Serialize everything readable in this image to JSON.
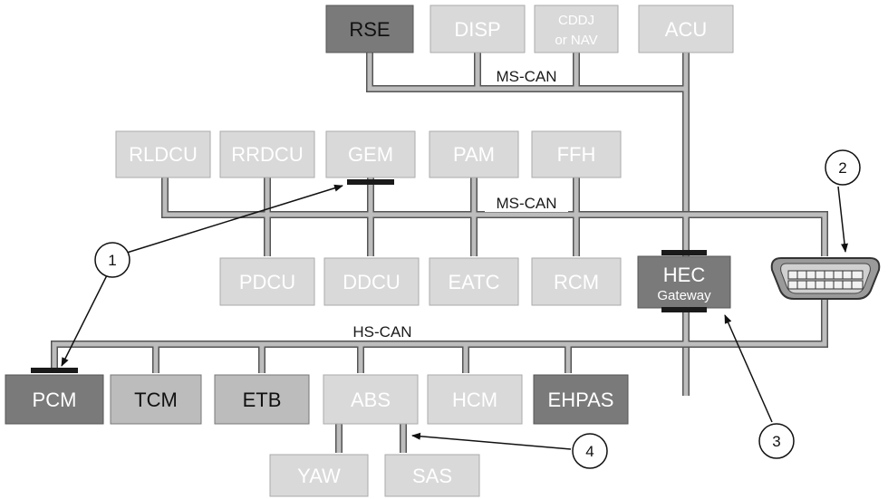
{
  "colors": {
    "box_light": "#d9d9d9",
    "box_dark": "#7a7a7a",
    "box_mid": "#bcbcbc",
    "text_light": "#ffffff",
    "text_dark": "#111111",
    "wire_fill": "#bdbdbd",
    "wire_edge": "#555555",
    "connector_bar": "#1a1a1a"
  },
  "modules": {
    "rse": {
      "label": "RSE"
    },
    "disp": {
      "label": "DISP"
    },
    "cddj": {
      "label_line1": "CDDJ",
      "label_line2": "or NAV"
    },
    "acu": {
      "label": "ACU"
    },
    "rldcu": {
      "label": "RLDCU"
    },
    "rrdcu": {
      "label": "RRDCU"
    },
    "gem": {
      "label": "GEM"
    },
    "pam": {
      "label": "PAM"
    },
    "ffh": {
      "label": "FFH"
    },
    "pdcu": {
      "label": "PDCU"
    },
    "ddcu": {
      "label": "DDCU"
    },
    "eatc": {
      "label": "EATC"
    },
    "rcm": {
      "label": "RCM"
    },
    "hec": {
      "label": "HEC",
      "sublabel": "Gateway"
    },
    "pcm": {
      "label": "PCM"
    },
    "tcm": {
      "label": "TCM"
    },
    "etb": {
      "label": "ETB"
    },
    "abs": {
      "label": "ABS"
    },
    "hcm": {
      "label": "HCM"
    },
    "ehpas": {
      "label": "EHPAS"
    },
    "yaw": {
      "label": "YAW"
    },
    "sas": {
      "label": "SAS"
    }
  },
  "buses": {
    "ms_can_top": "MS-CAN",
    "ms_can_mid": "MS-CAN",
    "hs_can": "HS-CAN"
  },
  "callouts": [
    "1",
    "2",
    "3",
    "4"
  ]
}
